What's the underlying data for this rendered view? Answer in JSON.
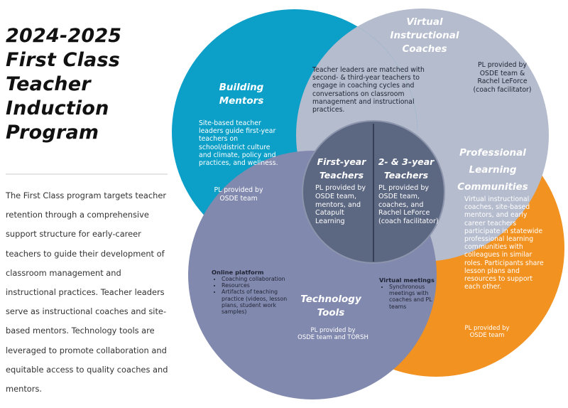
{
  "title": {
    "lines": [
      "2024-2025",
      "First Class",
      "Teacher",
      "Induction",
      "Program"
    ]
  },
  "description": "The First Class program targets teacher retention through a comprehensive support structure for early-career teachers to guide their development of classroom management and instructional practices. Teacher leaders serve as instructional coaches and site-based mentors. Technology tools are leveraged to promote collaboration and equitable access to quality coaches and mentors.",
  "colors": {
    "building_mentors": "#0c9fc8",
    "virtual_coaches": "#b5bccd",
    "plc": "#f29221",
    "technology_tools": "#8289ae",
    "center": "#5c6782"
  },
  "building_mentors": {
    "title_line1": "Building",
    "title_line2": "Mentors",
    "body": "Site-based teacher leaders guide first-year teachers on school/district culture and climate, policy and practices, and wellness.",
    "pl_line1": "PL provided by",
    "pl_line2": "OSDE team"
  },
  "virtual_coaches": {
    "title_line1": "Virtual",
    "title_line2": "Instructional",
    "title_line3": "Coaches",
    "body": "Teacher leaders are matched with second- & third-year teachers to engage in coaching cycles and conversations on classroom management and instructional practices.",
    "pl_line1": "PL provided by",
    "pl_line2": "OSDE team &",
    "pl_line3": "Rachel LeForce",
    "pl_line4": "(coach facilitator)"
  },
  "plc": {
    "title_line1": "Professional",
    "title_line2": "Learning",
    "title_line3": "Communities",
    "body": "Virtual instructional coaches, site-based mentors, and early career teachers participate in statewide professional learning communities with colleagues in similar roles. Participants share lesson plans and resources to support each other.",
    "pl_line1": "PL provided by",
    "pl_line2": "OSDE team"
  },
  "technology_tools": {
    "title_line1": "Technology",
    "title_line2": "Tools",
    "pl_line1": "PL provided by",
    "pl_line2": "OSDE team and TORSH",
    "online_platform": {
      "heading": "Online platform",
      "items": [
        "Coaching collaboration",
        "Resources",
        "Artifacts of teaching practice (videos, lesson plans, student work samples)"
      ]
    },
    "virtual_meetings": {
      "heading": "Virtual meetings",
      "items": [
        "Synchronous meetings with coaches and PL teams"
      ]
    }
  },
  "first_year": {
    "title_line1": "First-year",
    "title_line2": "Teachers",
    "body": "PL provided by OSDE team, mentors, and Catapult Learning"
  },
  "second_third_year": {
    "title_line1": "2- & 3-year",
    "title_line2": "Teachers",
    "body": "PL provided by OSDE team, coaches, and Rachel LeForce (coach facilitator)"
  }
}
